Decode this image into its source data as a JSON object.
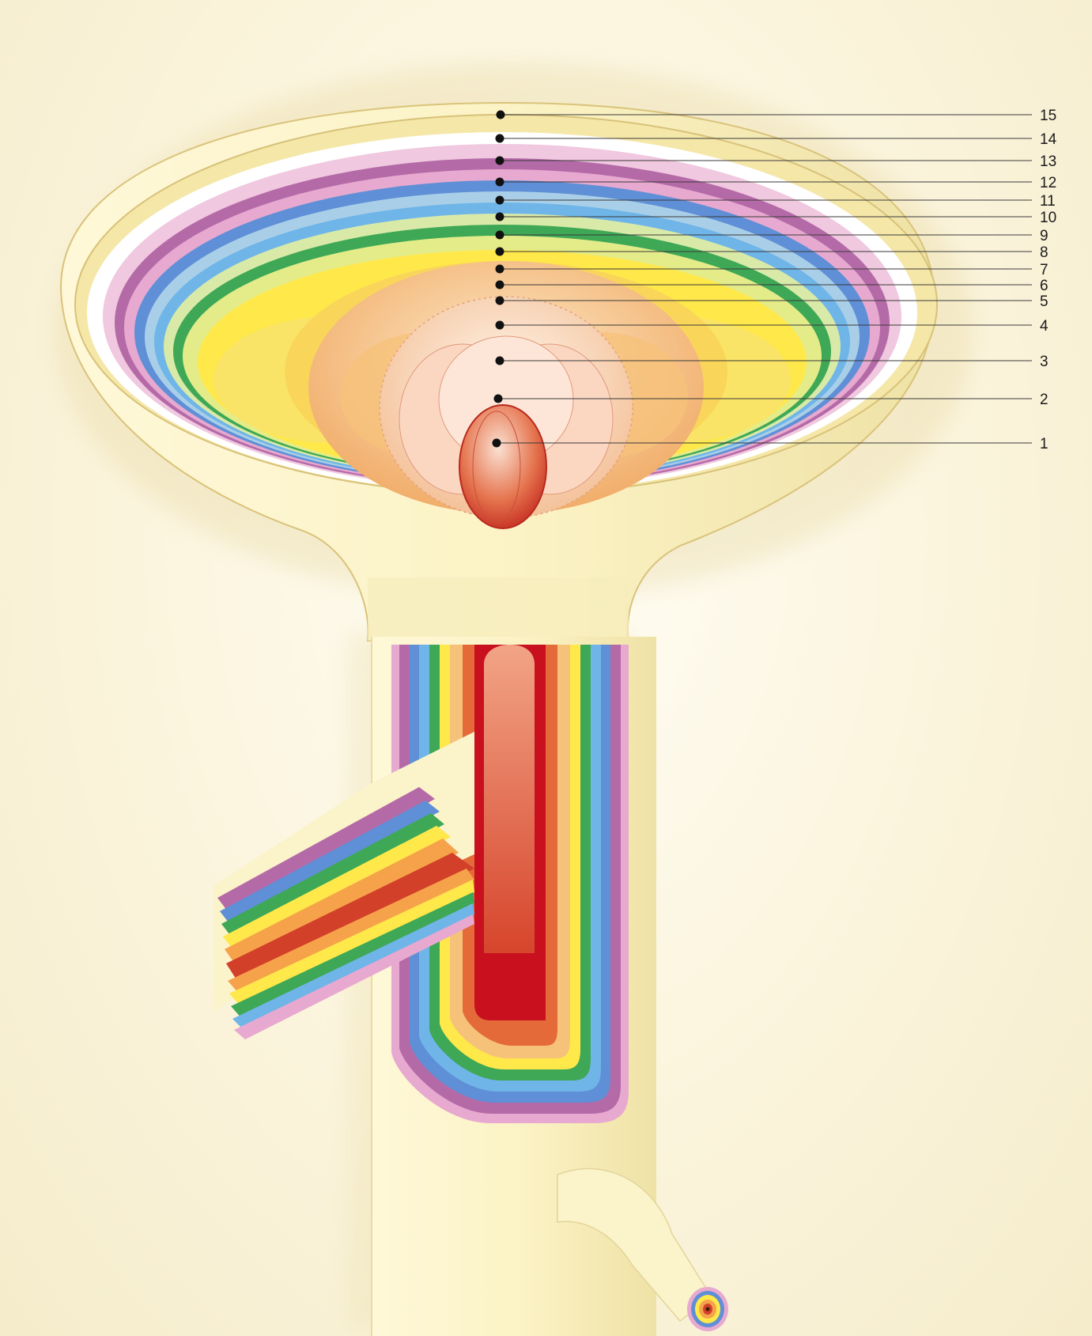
{
  "diagram": {
    "labels": [
      "15",
      "14",
      "13",
      "12",
      "11",
      "10",
      "9",
      "8",
      "7",
      "6",
      "5",
      "4",
      "3",
      "2",
      "1"
    ],
    "ring_colors": [
      "#f2dca0",
      "#ffffff",
      "#e8b8d6",
      "#b56aa8",
      "#e7a9cf",
      "#5f8fd6",
      "#a9cfe8",
      "#6fb5e8",
      "#d9eaa8",
      "#3fa856",
      "#e4ec8a",
      "#ffe84a",
      "#f6c27a",
      "#eea07a",
      "#d2402a"
    ],
    "body_color": "#fbf3c9",
    "background_color": "#fcf7e4"
  }
}
